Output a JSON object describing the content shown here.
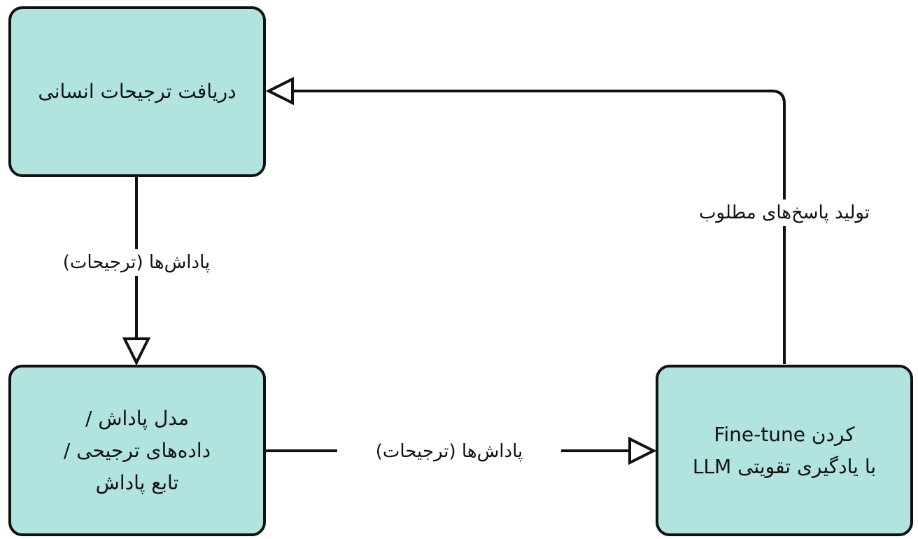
{
  "nodes": {
    "human_prefs": {
      "lines": [
        "دریافت ترجیحات انسانی"
      ]
    },
    "reward_model": {
      "lines": [
        "مدل پاداش /",
        "داده‌های ترجیحی /",
        "تابع پاداش"
      ]
    },
    "finetune": {
      "lines": [
        "Fine-tune کردن",
        "LLM با یادگیری تقویتی"
      ]
    }
  },
  "edges": {
    "top_to_reward_label": "پاداش‌ها (ترجیحات)",
    "reward_to_finetune_label": "پاداش‌ها (ترجیحات)",
    "finetune_to_top_label": "تولید پاسخ‌های مطلوب"
  },
  "colors": {
    "node_fill": "#b2e4df",
    "stroke": "#111111"
  }
}
